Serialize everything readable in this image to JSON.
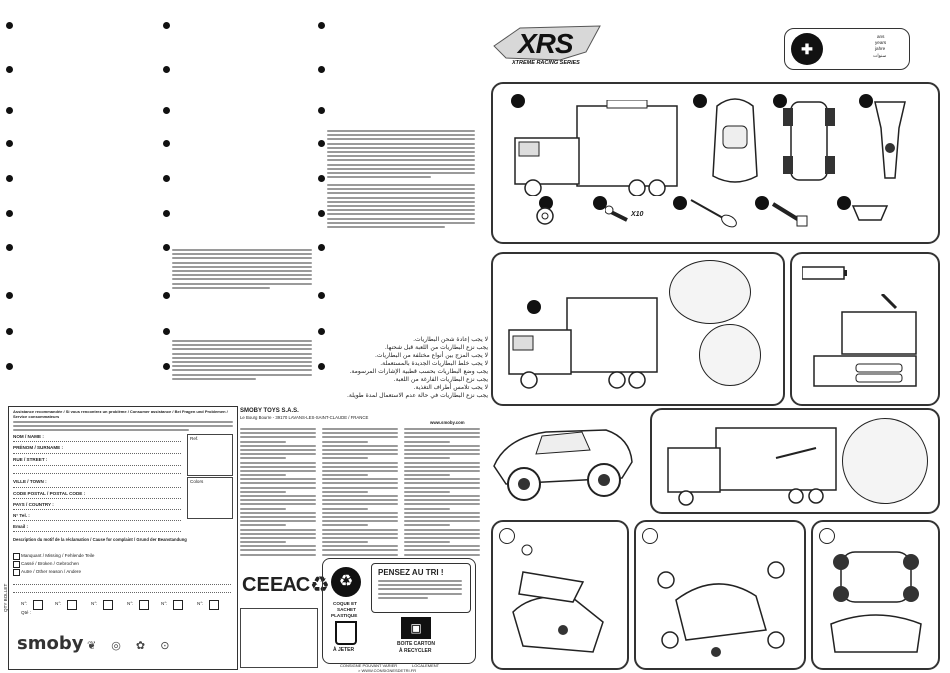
{
  "brand": {
    "logo_text": "XRS",
    "logo_subtitle": "XTREME RACING SERIES",
    "age_label_lines": [
      "ans",
      "years",
      "jahre"
    ],
    "age_arabic": "سنوات"
  },
  "steps": {
    "parts_screw_count": "X10"
  },
  "battery_arabic_lines": [
    "لا يجب إعادة شحن البطاريات.",
    "يجب نزع البطاريات من اللعبة قبل شحنها.",
    "لا يجب المزج بين أنواع مختلفة من البطاريات.",
    "لا يجب خلط البطاريات الجديدة بالمستعملة.",
    "يجب وضع البطاريات بحسب قطبية الإشارات المرسومة.",
    "يجب نزع البطاريات الفارغة من اللعبة.",
    "لا يجب تلامس أطراف التغذية.",
    "يجب نزع البطاريات في حالة عدم الاستعمال لمدة طويلة."
  ],
  "company": {
    "name": "SMOBY TOYS S.A.S.",
    "address": "Le Bourg Bourre - 39170 LAVANS-LES-SAINT-CLAUDE / FRANCE",
    "web_label": "www.smoby.com",
    "footer_logo": "smoby"
  },
  "form": {
    "title": "Assistance recommandée / Si vous rencontrez un problème / Consumer assistance / Bei Fragen und Problemen / Service consommateurs",
    "fields": [
      "NOM / NAME :",
      "PRÉNOM / SURNAME :",
      "RUE / STREET :",
      "VILLE / TOWN :",
      "CODE POSTAL / POSTAL CODE :",
      "PAYS / COUNTRY :",
      "N° Tel. :",
      "Email :"
    ],
    "side_labels": [
      "Ref.",
      "Colors"
    ],
    "reason_title": "Description du motif de la réclamation / Cause for complaint / Grund der Beanstandung",
    "options": [
      "Manquant / Missing / Fehlende Teile",
      "Cassé / Broken / Gebrochen",
      "Autre / Other reason / Andere"
    ],
    "qty_row_label": "Qté :",
    "qty_cells": [
      "N°:",
      "N°:",
      "N°:",
      "N°:",
      "N°:",
      "N°:"
    ],
    "vertical_label": "QTY BOLLET"
  },
  "recycle": {
    "title": "PENSEZ AU TRI !",
    "lines": [
      "CONSIGNE POUVANT VARIER",
      "LOCALEMENT",
      "> WWW.CONSIGNESDETRI.FR"
    ],
    "left_caption": [
      "COQUE ET",
      "SACHET",
      "PLASTIQUE"
    ],
    "left_action": "À JETER",
    "right_caption": "BOITE CARTON",
    "right_action": "À RECYCLER",
    "marks": [
      "CE",
      "EAC",
      "♻"
    ]
  },
  "colors": {
    "ink": "#111111",
    "panel_border": "#333333",
    "text_gray": "#9a9a9a"
  }
}
